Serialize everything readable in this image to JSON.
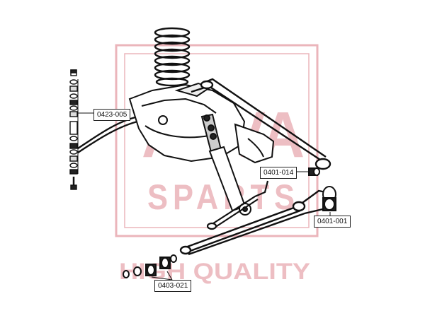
{
  "watermark": {
    "brand_text": "ASVA",
    "sub_text": "SPARTS",
    "tagline": "HIGH QUALITY",
    "color": "#e8a9b0"
  },
  "callouts": [
    {
      "id": "c1",
      "label": "0423-005"
    },
    {
      "id": "c2",
      "label": "0401-014"
    },
    {
      "id": "c3",
      "label": "0401-001"
    },
    {
      "id": "c4",
      "label": "0403-021"
    }
  ],
  "line_color": "#111111"
}
